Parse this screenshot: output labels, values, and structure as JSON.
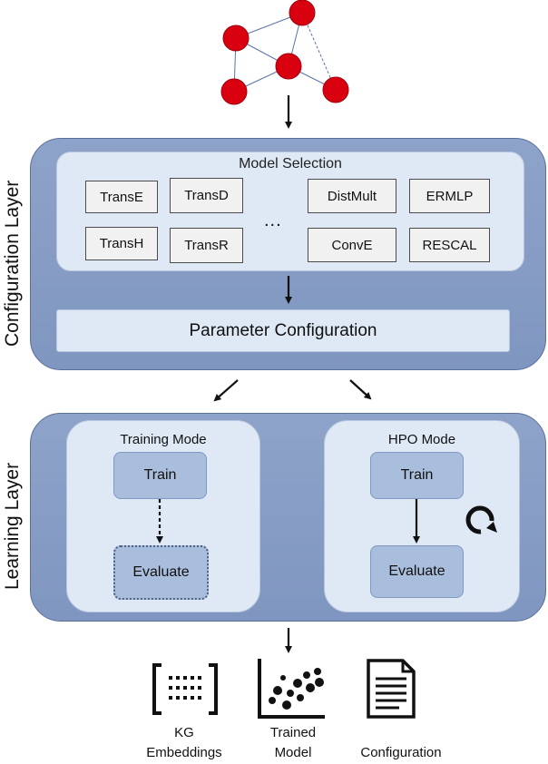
{
  "configuration_layer": {
    "label": "Configuration Layer",
    "model_selection": {
      "title": "Model Selection",
      "models_left": [
        "TransE",
        "TransD",
        "TransH",
        "TransR"
      ],
      "ellipsis": "...",
      "models_right": [
        "DistMult",
        "ERMLP",
        "ConvE",
        "RESCAL"
      ]
    },
    "parameter_configuration": "Parameter Configuration"
  },
  "learning_layer": {
    "label": "Learning Layer",
    "training_mode": {
      "title": "Training Mode",
      "train": "Train",
      "evaluate": "Evaluate"
    },
    "hpo_mode": {
      "title": "HPO Mode",
      "train": "Train",
      "evaluate": "Evaluate"
    }
  },
  "outputs": {
    "kg_embeddings": [
      "KG",
      "Embeddings"
    ],
    "trained_model": [
      "Trained",
      "Model"
    ],
    "configuration": "Configuration"
  },
  "colors": {
    "node": "#d90010",
    "layer_fill": "#8ea3c9",
    "panel_fill": "#dfe9f6",
    "step_fill": "#a9bddc"
  },
  "icons": [
    "graph-icon",
    "embeddings-icon",
    "scatter-plot-icon",
    "document-icon",
    "refresh-loop-icon"
  ]
}
